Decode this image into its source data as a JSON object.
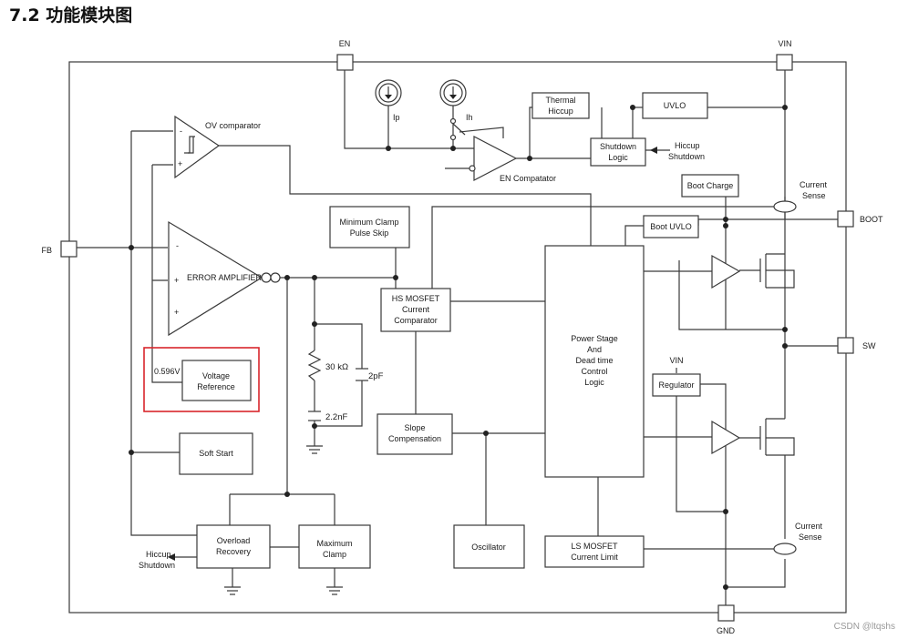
{
  "heading": "7.2 功能模块图",
  "pins": {
    "en": "EN",
    "vin": "VIN",
    "fb": "FB",
    "boot": "BOOT",
    "sw": "SW",
    "gnd": "GND"
  },
  "blocks": {
    "thermal_l1": "Thermal",
    "thermal_l2": "Hiccup",
    "uvlo": "UVLO",
    "shutdown_l1": "Shutdown",
    "shutdown_l2": "Logic",
    "hiccup_sd_l1": "Hiccup",
    "hiccup_sd_l2": "Shutdown",
    "en_comparator": "EN Compatator",
    "ov_comparator": "OV comparator",
    "error_amplifier": "ERROR AMPLIFIER",
    "min_clamp_l1": "Minimum Clamp",
    "min_clamp_l2": "Pulse Skip",
    "hs_comp_l1": "HS MOSFET",
    "hs_comp_l2": "Current",
    "hs_comp_l3": "Comparator",
    "boot_charge": "Boot Charge",
    "boot_uvlo": "Boot UVLO",
    "power_l1": "Power Stage",
    "power_l2": "And",
    "power_l3": "Dead time",
    "power_l4": "Control",
    "power_l5": "Logic",
    "regulator": "Regulator",
    "regulator_vin": "VIN",
    "vref_value": "0.596V",
    "vref_l1": "Voltage",
    "vref_l2": "Reference",
    "soft_start": "Soft Start",
    "slope_l1": "Slope",
    "slope_l2": "Compensation",
    "oscillator": "Oscillator",
    "ls_limit_l1": "LS MOSFET",
    "ls_limit_l2": "Current Limit",
    "overload_l1": "Overload",
    "overload_l2": "Recovery",
    "max_clamp_l1": "Maximum",
    "max_clamp_l2": "Clamp",
    "hiccup_out_l1": "Hiccup",
    "hiccup_out_l2": "Shutdown",
    "current_sense_top_l1": "Current",
    "current_sense_top_l2": "Sense",
    "current_sense_bot_l1": "Current",
    "current_sense_bot_l2": "Sense",
    "ip": "Ip",
    "ih": "Ih",
    "r_value": "30 kΩ",
    "c_series": "2.2nF",
    "c_parallel": "2pF",
    "comp_minus": "-",
    "comp_plus": "+",
    "ea_minus": "-",
    "ea_plus1": "+",
    "ea_plus2": "+"
  },
  "colors": {
    "highlight": "#d9262c",
    "wire": "#3a3a3a"
  },
  "watermark": "CSDN @ltqshs"
}
